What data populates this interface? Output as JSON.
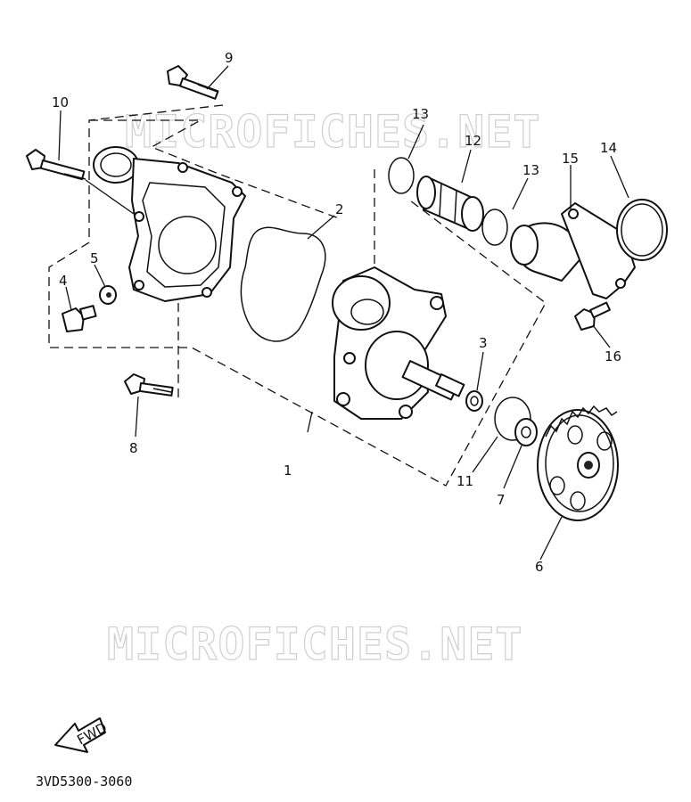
{
  "diagram": {
    "watermarks": [
      "MICROFICHES.NET",
      "MICROFICHES.NET"
    ],
    "callouts": [
      "1",
      "2",
      "3",
      "4",
      "5",
      "6",
      "7",
      "8",
      "9",
      "10",
      "11",
      "12",
      "13",
      "13",
      "14",
      "15",
      "16"
    ],
    "fwd_label": "FWD",
    "drawing_number": "3VD5300-3060"
  }
}
